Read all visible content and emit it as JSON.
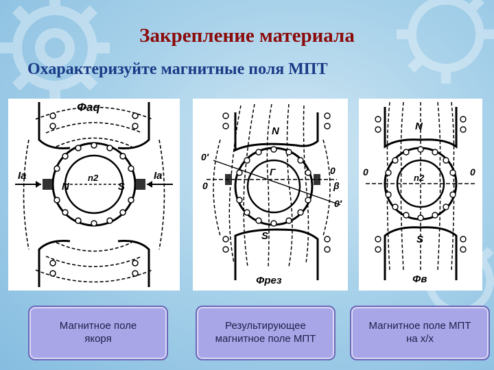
{
  "title": "Закрепление материала",
  "subtitle": "Охарактеризуйте магнитные поля МПТ",
  "panels": [
    {
      "flux_label": "Φaq",
      "labels": {
        "current_left": "Ia",
        "current_right": "Ia",
        "north": "N",
        "south": "S",
        "speed": "n2"
      }
    },
    {
      "flux_label": "Φрез",
      "labels": {
        "north": "N",
        "south": "S",
        "axis_left": "0",
        "axis_right": "0",
        "axis_shift_top": "0′",
        "axis_shift_bottom": "0′",
        "angle": "β",
        "rotation": "Г"
      }
    },
    {
      "flux_label": "Φв",
      "labels": {
        "north": "N",
        "south": "S",
        "axis_left": "0",
        "axis_right": "0",
        "speed": "n2"
      }
    }
  ],
  "captions": [
    {
      "line1": "Магнитное поле",
      "line2": "якоря"
    },
    {
      "line1": "Результирующее",
      "line2": "магнитное поле МПТ"
    },
    {
      "line1": "Магнитное поле МПТ",
      "line2": "на х/х"
    }
  ],
  "colors": {
    "title": "#8b0a0a",
    "subtitle": "#1a3a86",
    "caption_box": "#a9a6e8"
  }
}
